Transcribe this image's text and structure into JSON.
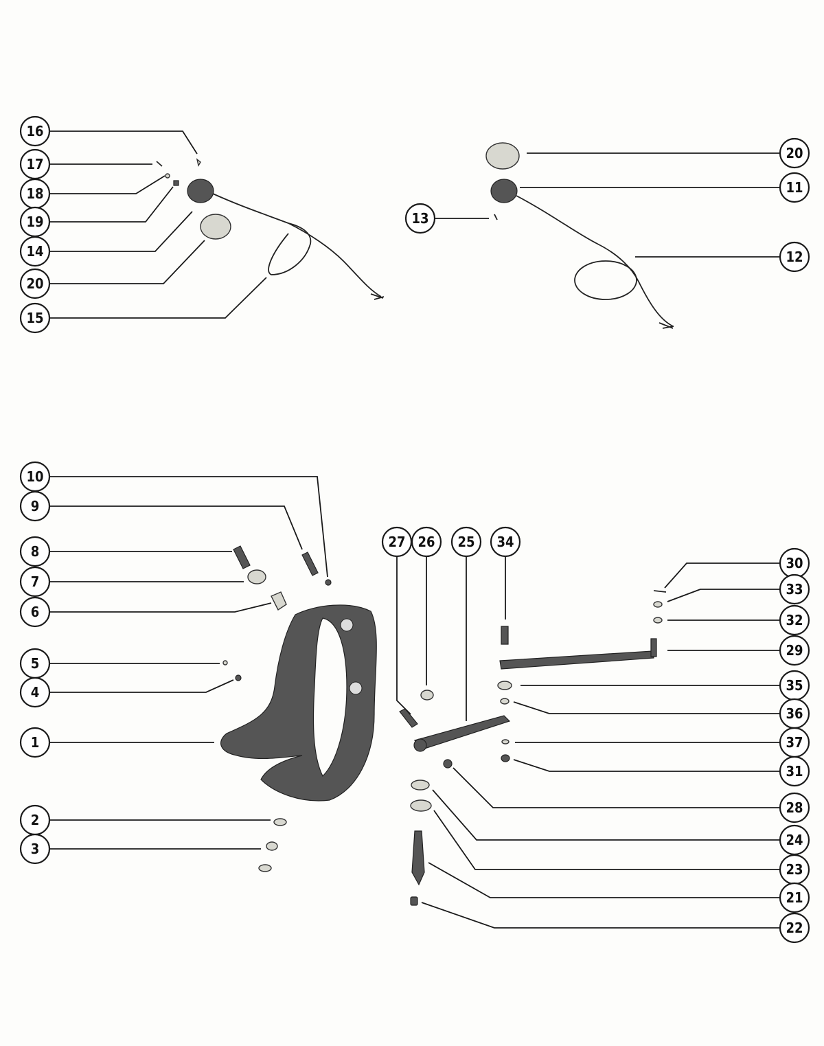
{
  "diagram": {
    "callouts": [
      {
        "id": "c16a",
        "label": "16"
      },
      {
        "id": "c17",
        "label": "17"
      },
      {
        "id": "c18",
        "label": "18"
      },
      {
        "id": "c19",
        "label": "19"
      },
      {
        "id": "c14",
        "label": "14"
      },
      {
        "id": "c20a",
        "label": "20"
      },
      {
        "id": "c15",
        "label": "15"
      },
      {
        "id": "c20b",
        "label": "20"
      },
      {
        "id": "c11",
        "label": "11"
      },
      {
        "id": "c13",
        "label": "13"
      },
      {
        "id": "c12",
        "label": "12"
      },
      {
        "id": "c10",
        "label": "10"
      },
      {
        "id": "c9",
        "label": "9"
      },
      {
        "id": "c8",
        "label": "8"
      },
      {
        "id": "c7",
        "label": "7"
      },
      {
        "id": "c6",
        "label": "6"
      },
      {
        "id": "c5",
        "label": "5"
      },
      {
        "id": "c4",
        "label": "4"
      },
      {
        "id": "c1",
        "label": "1"
      },
      {
        "id": "c2",
        "label": "2"
      },
      {
        "id": "c3",
        "label": "3"
      },
      {
        "id": "c27",
        "label": "27"
      },
      {
        "id": "c26",
        "label": "26"
      },
      {
        "id": "c25",
        "label": "25"
      },
      {
        "id": "c34",
        "label": "34"
      },
      {
        "id": "c30",
        "label": "30"
      },
      {
        "id": "c33",
        "label": "33"
      },
      {
        "id": "c32",
        "label": "32"
      },
      {
        "id": "c29",
        "label": "29"
      },
      {
        "id": "c35",
        "label": "35"
      },
      {
        "id": "c36",
        "label": "36"
      },
      {
        "id": "c37",
        "label": "37"
      },
      {
        "id": "c31",
        "label": "31"
      },
      {
        "id": "c28",
        "label": "28"
      },
      {
        "id": "c24",
        "label": "24"
      },
      {
        "id": "c23",
        "label": "23"
      },
      {
        "id": "c21",
        "label": "21"
      },
      {
        "id": "c22",
        "label": "22"
      }
    ]
  }
}
